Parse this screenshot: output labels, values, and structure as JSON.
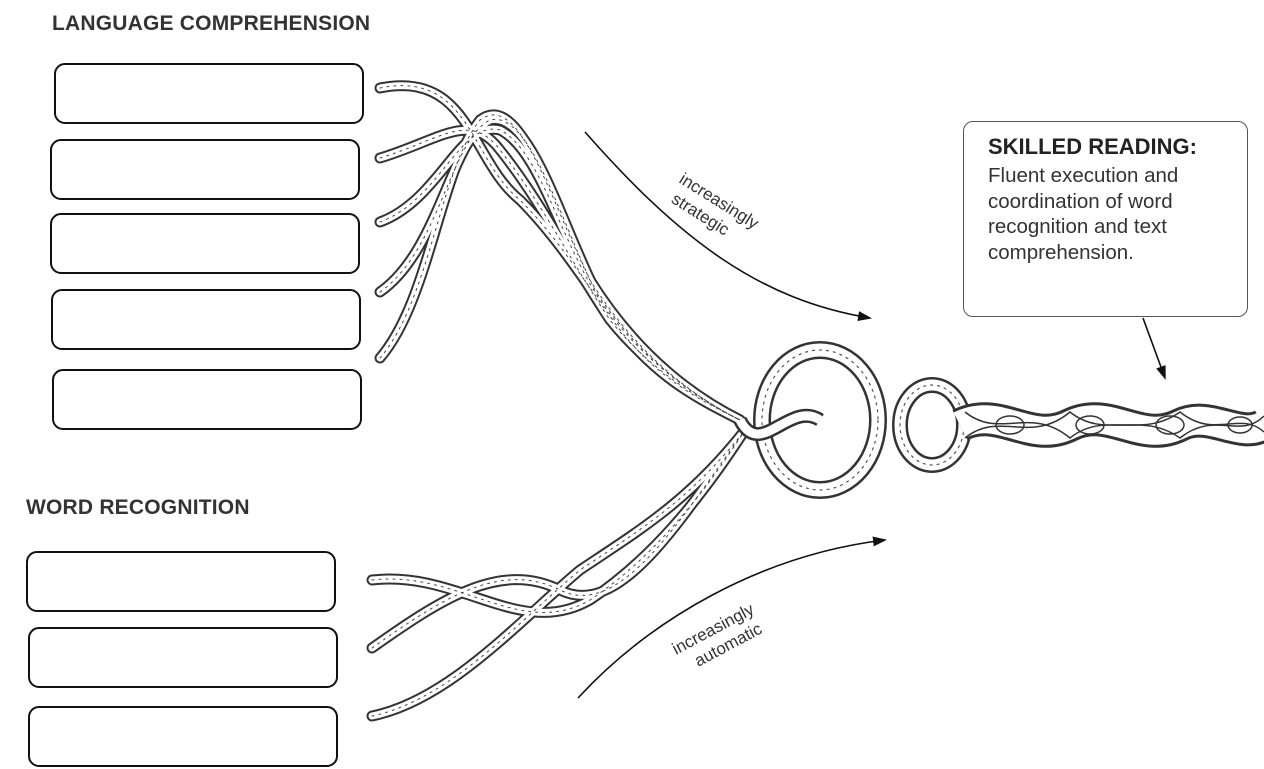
{
  "headings": {
    "language": "LANGUAGE COMPREHENSION",
    "word": "WORD RECOGNITION"
  },
  "callout": {
    "title": "SKILLED READING:",
    "body": "Fluent execution and coordination of word recognition and text comprehension."
  },
  "arrows": {
    "top_line1": "increasingly",
    "top_line2": "strategic",
    "bottom_line1": "increasingly",
    "bottom_line2": "automatic"
  },
  "blanks": {
    "language_count": 5,
    "word_count": 3
  }
}
